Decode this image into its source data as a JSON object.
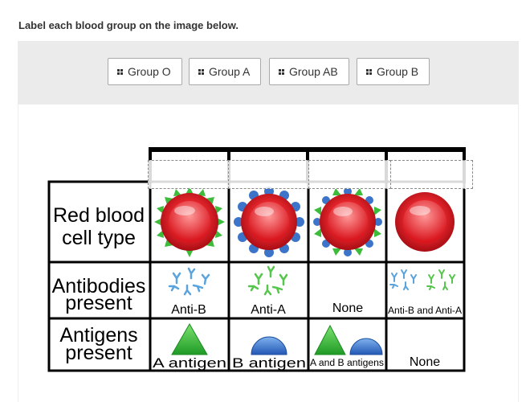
{
  "prompt": "Label each blood group on the image below.",
  "tokens": [
    "Group O",
    "Group A",
    "Group AB",
    "Group B"
  ],
  "rows": {
    "red_cell_1": "Red blood",
    "red_cell_2": "cell type",
    "antibodies_1": "Antibodies",
    "antibodies_2": "present",
    "antigens_1": "Antigens",
    "antigens_2": "present"
  },
  "antibody_labels": [
    "Anti-B",
    "Anti-A",
    "None",
    "Anti-B and Anti-A"
  ],
  "antigen_labels": [
    "A antigen",
    "B antigen",
    "A and B antigens",
    "None"
  ],
  "colors": {
    "cell": "#e8262d",
    "a_antigen": "#3dbb3a",
    "b_antigen": "#3c74c9",
    "antibody_a": "#56c64d",
    "antibody_b": "#5ba3dc"
  }
}
